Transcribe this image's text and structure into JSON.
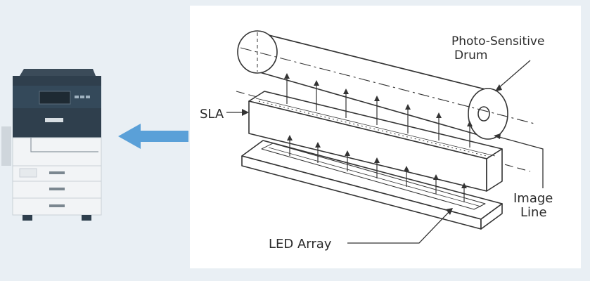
{
  "labels": {
    "drum_line1": "Photo-Sensitive",
    "drum_line2": "Drum",
    "sla": "SLA",
    "image_line1": "Image",
    "image_line2": "Line",
    "led_array": "LED Array"
  },
  "colors": {
    "background": "#e9eff4",
    "panel": "#ffffff",
    "arrow": "#5aa0d8",
    "printer_dark": "#2f3f4d",
    "printer_light": "#f2f4f6",
    "line": "#333333"
  },
  "icons": {
    "printer": "multifunction-printer-icon",
    "arrow": "left-arrow-icon"
  }
}
